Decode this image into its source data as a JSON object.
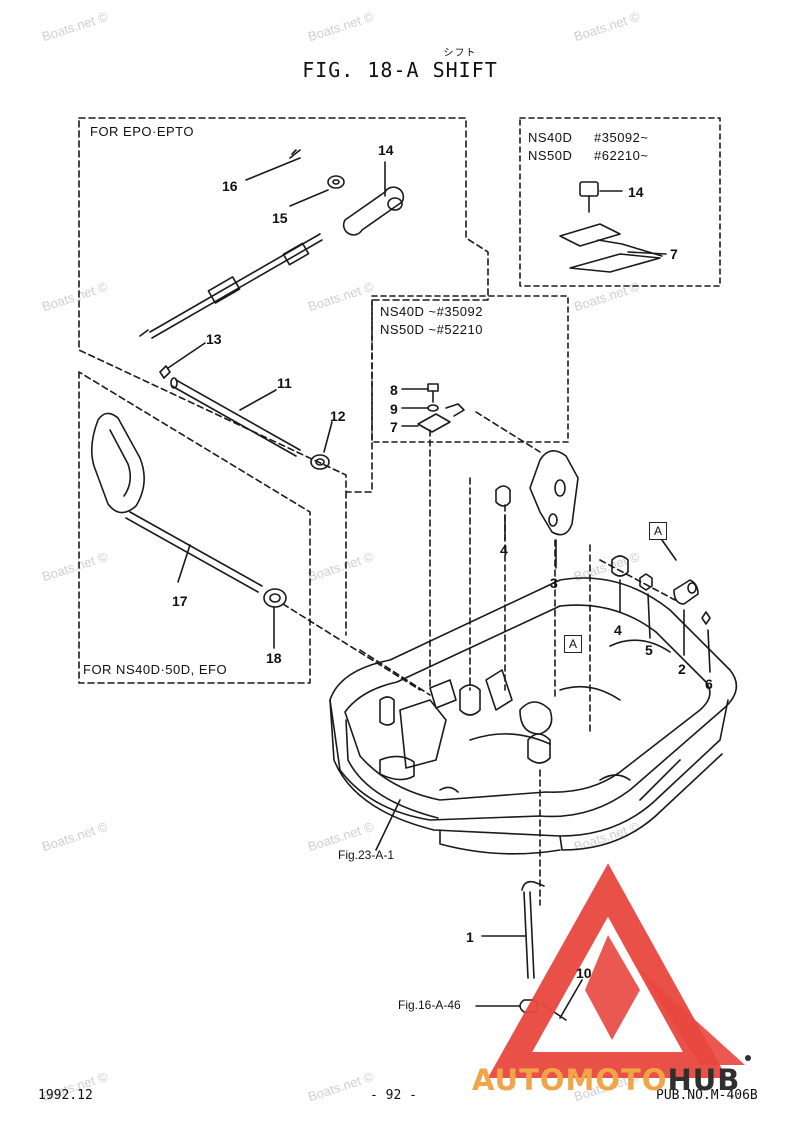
{
  "header": {
    "title_kana": "シフト",
    "title": "FIG. 18-A SHIFT"
  },
  "boxes": {
    "epo": {
      "label": "FOR EPO·EPTO"
    },
    "ns40d_efo": {
      "label": "FOR NS40D·50D, EFO"
    },
    "serial_top_right": {
      "line1_model": "NS40D",
      "line1_serial": "#35092~",
      "line2_model": "NS50D",
      "line2_serial": "#62210~"
    },
    "serial_mid": {
      "line1": "NS40D ~#35092",
      "line2": "NS50D ~#52210"
    }
  },
  "callouts": {
    "n1": "1",
    "n2": "2",
    "n3": "3",
    "n4a": "4",
    "n4b": "4",
    "n5": "5",
    "n6": "6",
    "n7a": "7",
    "n7b": "7",
    "n8": "8",
    "n9": "9",
    "n10": "10",
    "n11": "11",
    "n12": "12",
    "n13": "13",
    "n14a": "14",
    "n14b": "14",
    "n15": "15",
    "n16": "16",
    "n17": "17",
    "n18": "18"
  },
  "references": {
    "fig23": "Fig.23-A-1",
    "fig16": "Fig.16-A-46",
    "marker_a": "A"
  },
  "watermarks": {
    "text": "Boats.net ©"
  },
  "footer": {
    "date": "1992.12",
    "page": "- 92 -",
    "pub": "PUB.NO.M-406B"
  },
  "logo": {
    "word_part1": "AUTOMOTO",
    "word_part2": "HUB",
    "colors": {
      "red": "#e8473e",
      "orange": "#f2a546",
      "dark": "#2f2f2f"
    }
  }
}
